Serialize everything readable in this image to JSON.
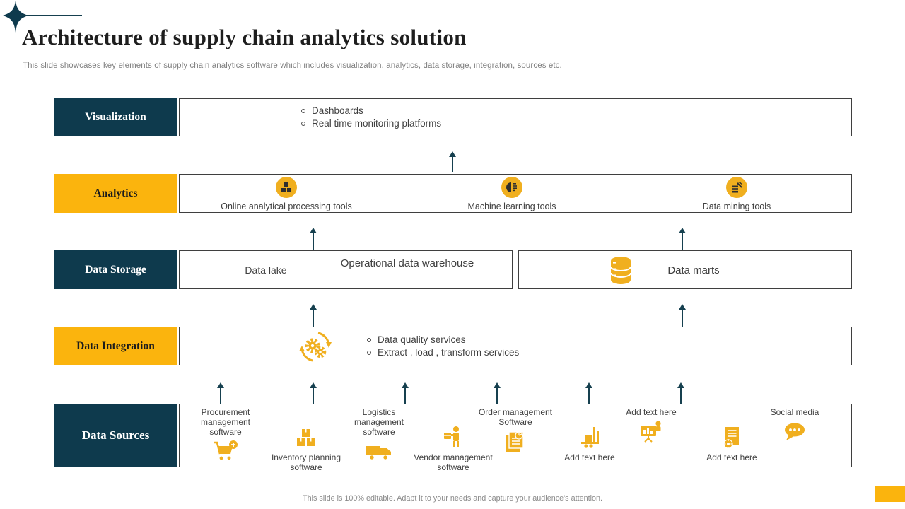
{
  "slide": {
    "title": "Architecture of supply chain analytics solution",
    "subtitle": "This slide showcases key elements of supply chain analytics software which includes visualization, analytics, data storage, integration, sources etc.",
    "footer": "This slide is 100% editable.  Adapt it to your needs and capture your audience's attention."
  },
  "colors": {
    "dark_teal": "#0E3A4D",
    "yellow": "#FBB40D",
    "icon_yellow": "#F0AF1F",
    "body_text": "#404040",
    "box_border": "#3f3f3f"
  },
  "rows": {
    "visualization": {
      "label": "Visualization",
      "bullets": [
        "Dashboards",
        "Real time monitoring platforms"
      ]
    },
    "analytics": {
      "label": "Analytics",
      "items": [
        {
          "label": "Online analytical processing tools",
          "icon": "olap-cubes-icon"
        },
        {
          "label": "Machine learning tools",
          "icon": "machine-learning-icon"
        },
        {
          "label": "Data mining tools",
          "icon": "data-mining-icon"
        }
      ]
    },
    "data_storage": {
      "label": "Data Storage",
      "left_box": {
        "item1": "Data lake",
        "item2": "Operational data warehouse"
      },
      "right_box": {
        "icon": "database-cylinder-icon",
        "item": "Data marts"
      }
    },
    "data_integration": {
      "label": "Data Integration",
      "icon": "gears-sync-icon",
      "bullets": [
        "Data quality services",
        "Extract , load , transform services"
      ]
    },
    "data_sources": {
      "label": "Data Sources",
      "items": [
        {
          "label": "Procurement management software",
          "icon": "shopping-cart-icon",
          "label_position": "above"
        },
        {
          "label": "Inventory planning software",
          "icon": "inventory-boxes-icon",
          "label_position": "below"
        },
        {
          "label": "Logistics management software",
          "icon": "truck-icon",
          "label_position": "above"
        },
        {
          "label": "Vendor management software",
          "icon": "vendor-person-icon",
          "label_position": "below"
        },
        {
          "label": "Order management Software",
          "icon": "order-clipboard-icon",
          "label_position": "above"
        },
        {
          "label": "Add text here",
          "icon": "forklift-icon",
          "label_position": "below"
        },
        {
          "label": "Add text here",
          "icon": "presentation-board-icon",
          "label_position": "above"
        },
        {
          "label": "Add text here",
          "icon": "document-gear-icon",
          "label_position": "below"
        },
        {
          "label": "Social media",
          "icon": "chat-bubble-icon",
          "label_position": "above"
        }
      ]
    }
  }
}
